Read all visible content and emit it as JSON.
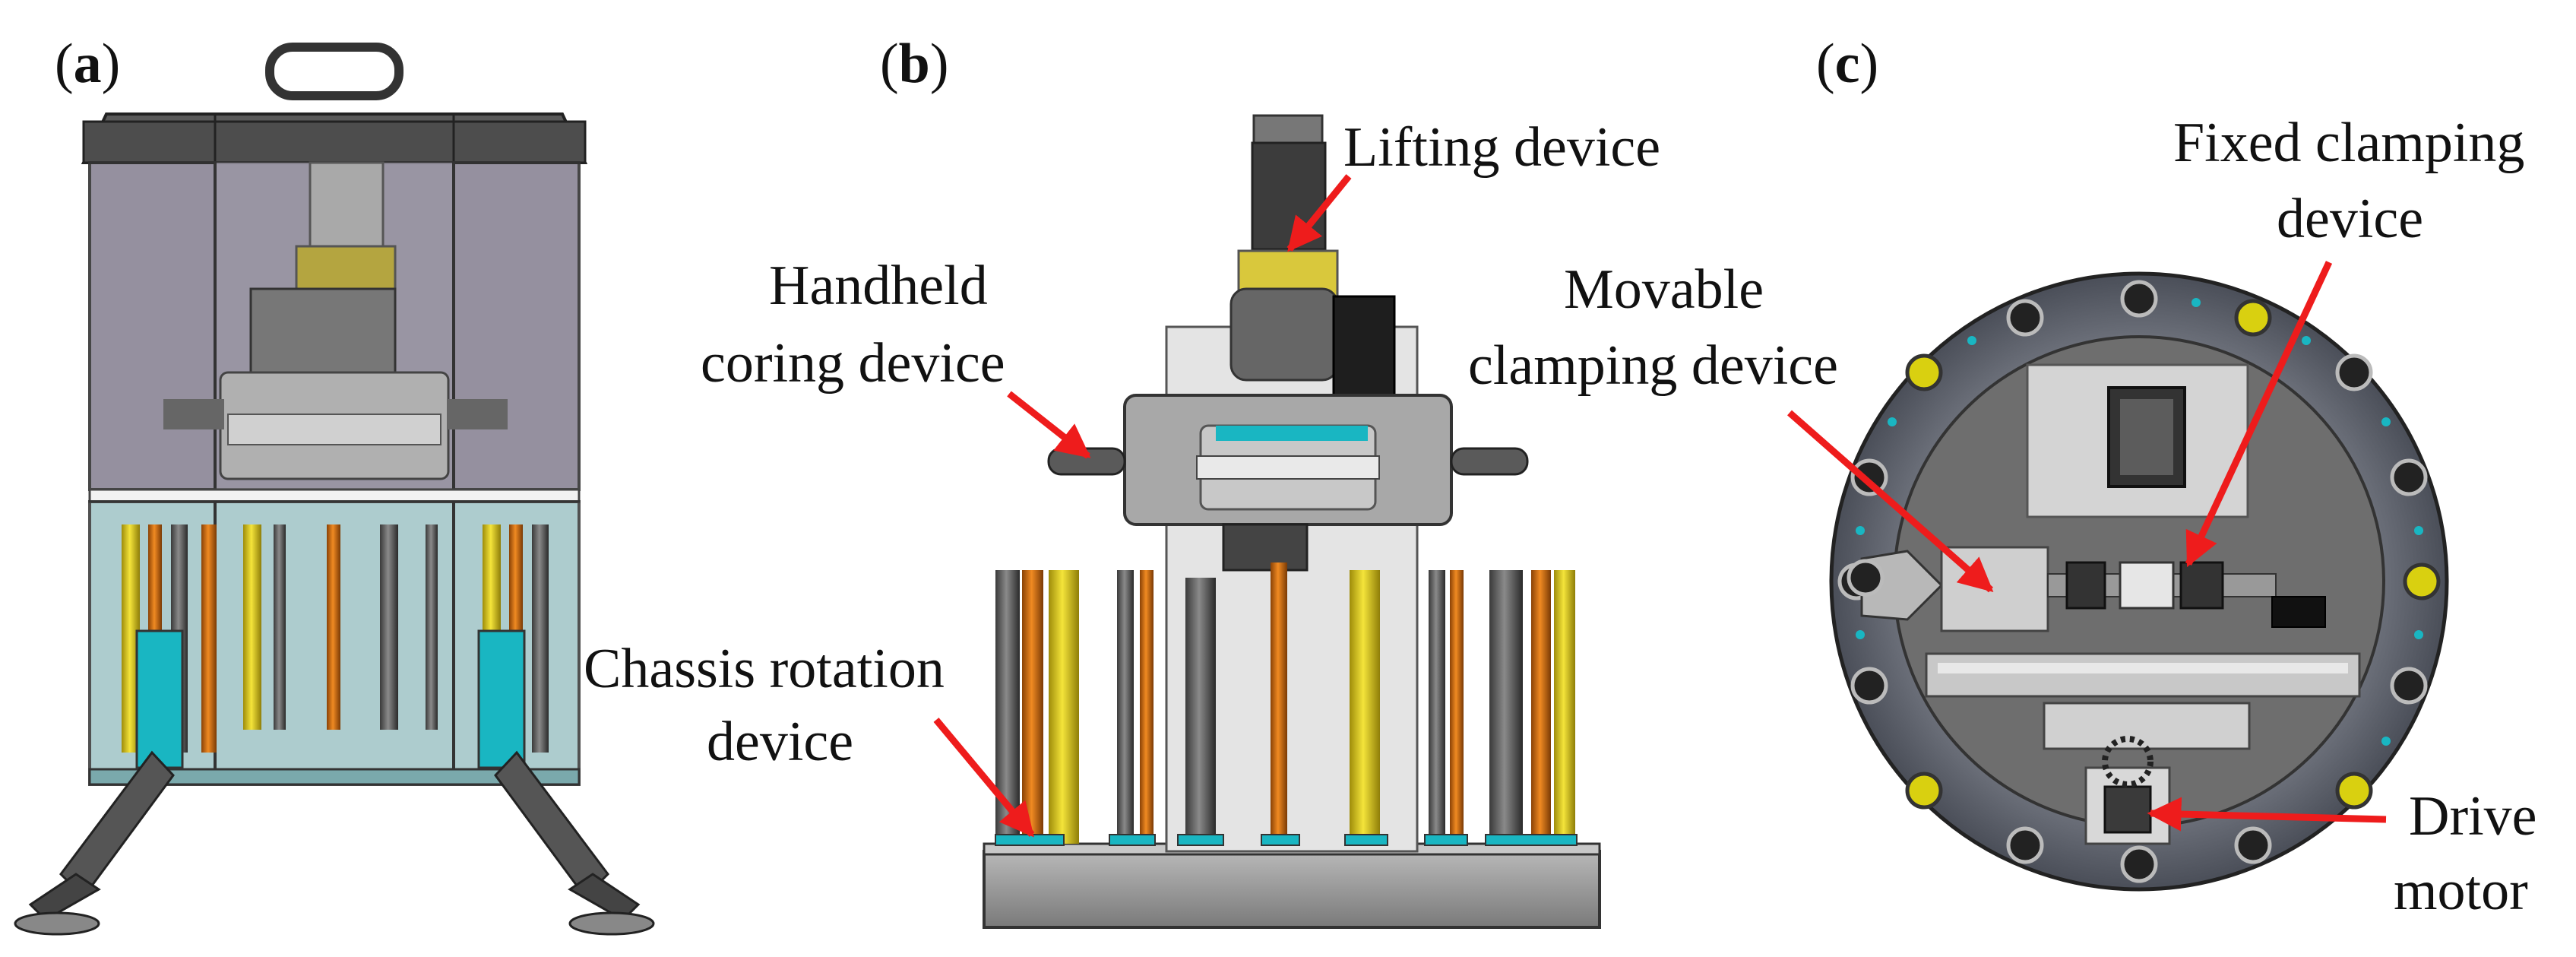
{
  "figure": {
    "panels": [
      {
        "id": "a",
        "letter": "a",
        "open": "(",
        "close": ")"
      },
      {
        "id": "b",
        "letter": "b",
        "open": "(",
        "close": ")"
      },
      {
        "id": "c",
        "letter": "c",
        "open": "(",
        "close": ")"
      }
    ],
    "labels": {
      "lifting": "Lifting device",
      "handheld_1": "Handheld",
      "handheld_2": "coring device",
      "chassis_1": "Chassis rotation",
      "chassis_2": "device",
      "movable_1": "Movable",
      "movable_2": "clamping device",
      "fixed_1": "Fixed clamping",
      "fixed_2": "device",
      "drive_1": "Drive",
      "drive_2": "motor"
    },
    "colors": {
      "arrow": "#ee1c1c",
      "frame_dark": "#4a4a4a",
      "glass_upper": "#8a8595",
      "glass_lower": "#9fc4c6",
      "cyan": "#19b6c2",
      "yellow": "#e6d21a",
      "orange": "#e07a12",
      "base_grey": "#8c8c8c",
      "disk_outer": "#5a5e68",
      "disk_inner": "#6b6b6b"
    }
  }
}
